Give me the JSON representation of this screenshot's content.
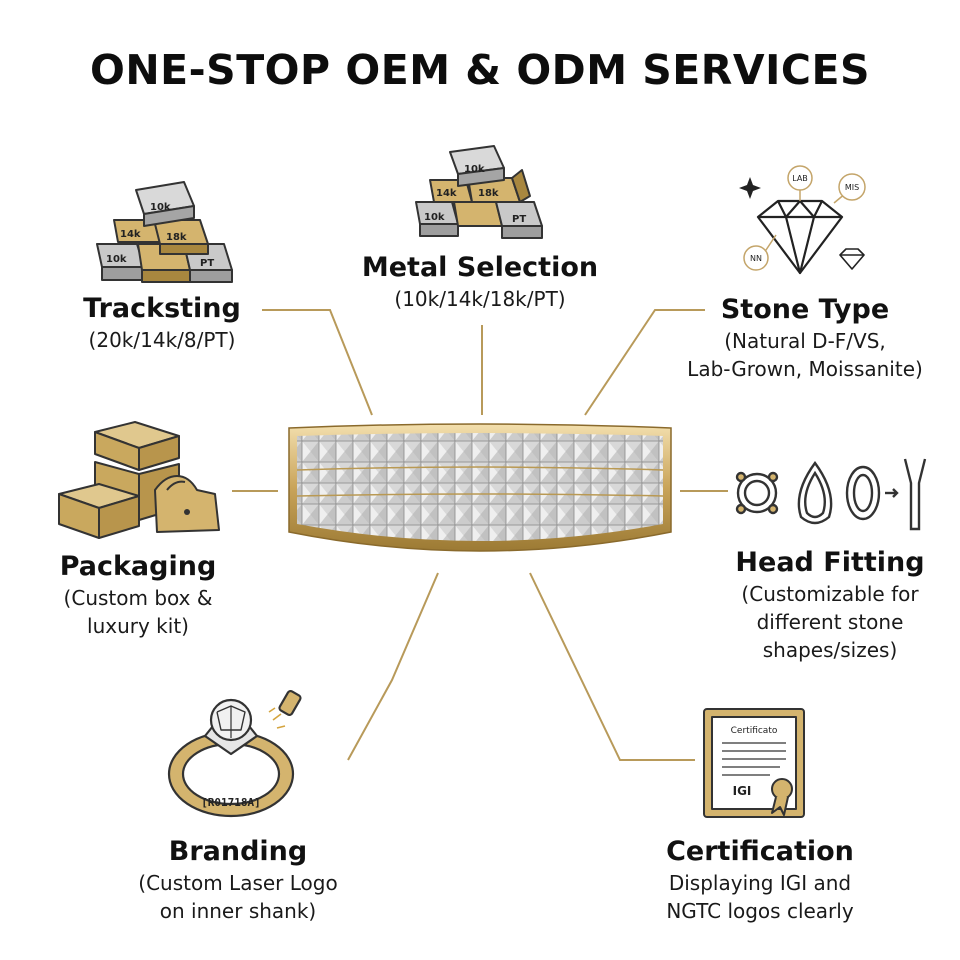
{
  "title": "ONE-STOP OEM & ODM SERVICES",
  "features": {
    "tracksting": {
      "heading": "Tracksting",
      "desc": [
        "(20k/14k/8/PT)"
      ]
    },
    "metal": {
      "heading": "Metal Selection",
      "desc": [
        "(10k/14k/18k/PT)"
      ]
    },
    "stone": {
      "heading": "Stone Type",
      "desc": [
        "(Natural D-F/VS,",
        "Lab-Grown, Moissanite)"
      ]
    },
    "packaging": {
      "heading": "Packaging",
      "desc": [
        "(Custom box &",
        "luxury kit)"
      ]
    },
    "head": {
      "heading": "Head Fitting",
      "desc": [
        "(Customizable for",
        "different stone",
        "shapes/sizes)"
      ]
    },
    "branding": {
      "heading": "Branding",
      "desc": [
        "(Custom Laser Logo",
        "on inner shank)"
      ]
    },
    "certification": {
      "heading": "Certification",
      "desc": [
        "Displaying IGI and",
        "NGTC  logos clearly"
      ]
    }
  },
  "icon_text": {
    "bar_10k": "10k",
    "bar_14k": "14k",
    "bar_18k": "18k",
    "bar_pt": "PT",
    "stone_lab": "LAB",
    "stone_mis": "MIS",
    "stone_nn": "NN",
    "engraving": "[R01718A]",
    "certificate_title": "Certificato",
    "certificate_logo": "IGI"
  },
  "colors": {
    "gold": "#d4b46e",
    "gold_dark": "#a8873f",
    "silver": "#c9c9c9",
    "line": "#b89a5a"
  }
}
